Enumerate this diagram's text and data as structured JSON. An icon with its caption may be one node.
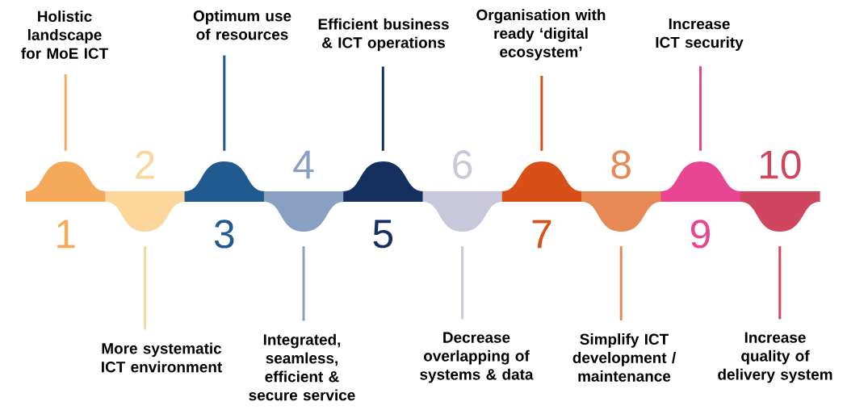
{
  "diagram": {
    "nodes": [
      {
        "text": [
          "1"
        ]
      },
      {
        "text": [
          "2"
        ]
      },
      {
        "text": [
          "3"
        ]
      },
      {
        "text": [
          "4"
        ]
      },
      {
        "text": [
          "5"
        ]
      },
      {
        "text": [
          "6"
        ]
      },
      {
        "text": [
          "7"
        ]
      },
      {
        "text": [
          "8"
        ]
      },
      {
        "text": [
          "9"
        ]
      },
      {
        "text": [
          "10"
        ]
      },
      {
        "text": [
          "Holistic landscape for MoE ICT"
        ]
      },
      {
        "text": [
          "More systematic ICT environment"
        ]
      },
      {
        "text": [
          "Optimum use of resources"
        ]
      },
      {
        "text": [
          "Integrated, seamless, efficient & secure service"
        ]
      },
      {
        "text": [
          "Efficient business & ICT operations"
        ]
      },
      {
        "text": [
          "Decrease overlapping of systems & data"
        ]
      },
      {
        "text": [
          "Organisation with ready ‘digital ecosystem’"
        ]
      },
      {
        "text": [
          "Simplify ICT development / maintenance"
        ]
      },
      {
        "text": [
          "Increase ICT security"
        ]
      },
      {
        "text": [
          "Increase quality of delivery system"
        ]
      }
    ],
    "edges": [
      {
        "from": 10,
        "to": 0,
        "arrow": "none",
        "color": "#f5a95a"
      },
      {
        "from": 11,
        "to": 1,
        "arrow": "none",
        "color": "#fcd69a"
      },
      {
        "from": 12,
        "to": 2,
        "arrow": "none",
        "color": "#205a8e"
      },
      {
        "from": 13,
        "to": 3,
        "arrow": "none",
        "color": "#8aa0c3"
      },
      {
        "from": 14,
        "to": 4,
        "arrow": "none",
        "color": "#152f5e"
      },
      {
        "from": 15,
        "to": 5,
        "arrow": "none",
        "color": "#c7c8da"
      },
      {
        "from": 16,
        "to": 6,
        "arrow": "none",
        "color": "#d94f18"
      },
      {
        "from": 17,
        "to": 7,
        "arrow": "none",
        "color": "#e68955"
      },
      {
        "from": 18,
        "to": 8,
        "arrow": "none",
        "color": "#e84592"
      },
      {
        "from": 19,
        "to": 9,
        "arrow": "none",
        "color": "#d1465f"
      }
    ]
  }
}
